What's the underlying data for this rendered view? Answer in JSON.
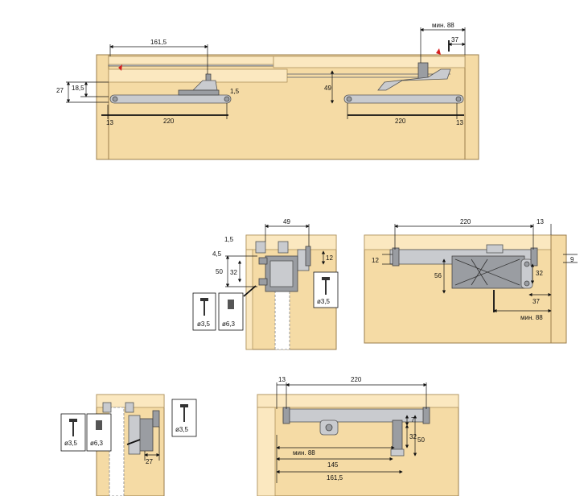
{
  "top": {
    "d_161_5": "161,5",
    "d_min88": "мин. 88",
    "d_37": "37",
    "d_27": "27",
    "d_18_5": "18,5",
    "d_1_5": "1,5",
    "d_49": "49",
    "d_13_left": "13",
    "d_220_left": "220",
    "d_220_right": "220",
    "d_13_right": "13"
  },
  "mid_left": {
    "d_49": "49",
    "d_1_5": "1,5",
    "d_4_5": "4,5",
    "d_50": "50",
    "d_32": "32",
    "d_12": "12",
    "screw_35_a": "ø3,5",
    "screw_63": "ø6,3",
    "screw_35_b": "ø3,5"
  },
  "mid_right": {
    "d_220": "220",
    "d_13": "13",
    "d_12": "12",
    "d_9": "9",
    "d_56": "56",
    "d_32": "32",
    "d_37": "37",
    "d_min88": "мин. 88"
  },
  "bot_left": {
    "screw_35_a": "ø3,5",
    "screw_63": "ø6,3",
    "screw_35_b": "ø3,5",
    "d_27": "27"
  },
  "bot_right": {
    "d_13": "13",
    "d_220": "220",
    "d_7": "7",
    "d_32": "32",
    "d_50": "50",
    "d_min88": "мин. 88",
    "d_145": "145",
    "d_161_5": "161,5"
  }
}
